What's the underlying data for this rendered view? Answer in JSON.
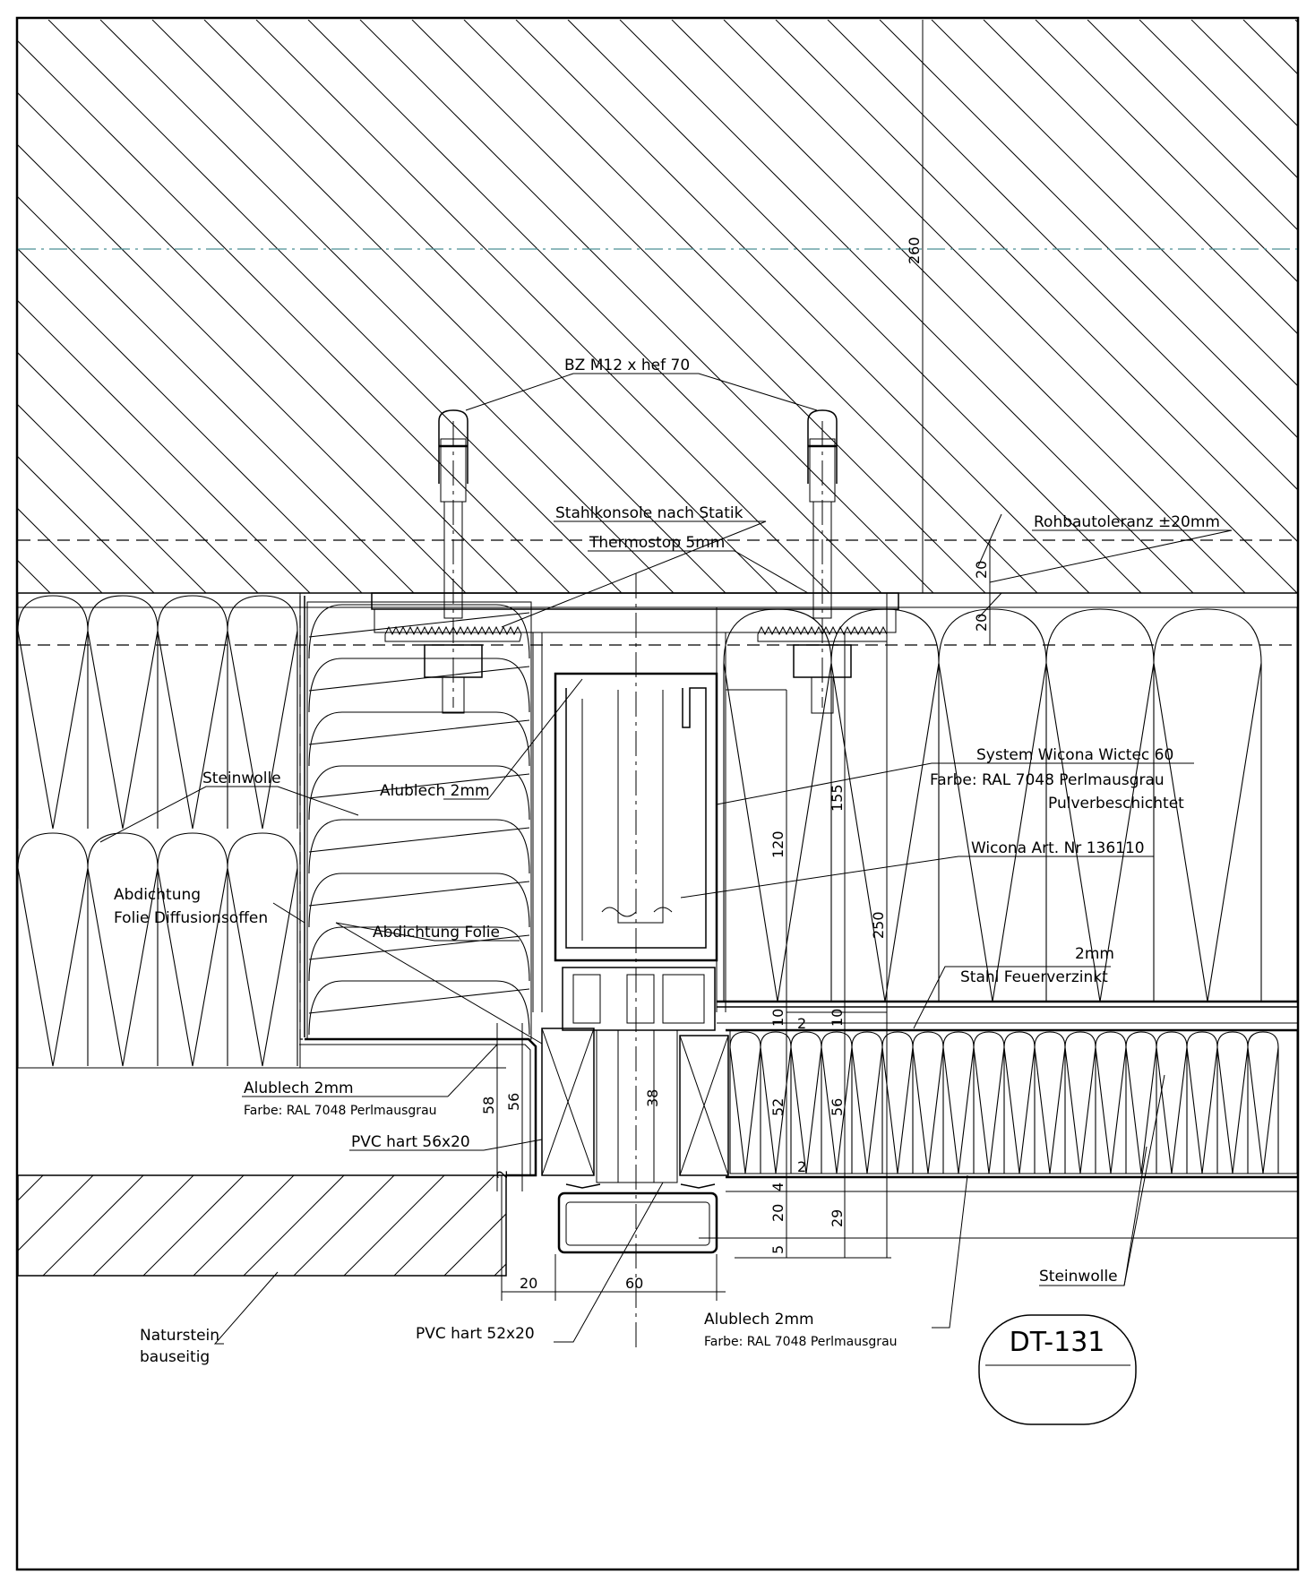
{
  "drawing_id": "DT-131",
  "labels": {
    "anchor": "BZ M12 x hef 70",
    "console": "Stahlkonsole nach Statik",
    "thermostop": "Thermostop 5mm",
    "tolerance": "Rohbautoleranz ±20mm",
    "system_line1": "System Wicona Wictec 60",
    "system_line2": "Farbe: RAL 7048 Perlmausgrau",
    "system_line3": "Pulverbeschichtet",
    "article": "Wicona Art. Nr 136110",
    "steel_line1": "2mm",
    "steel_line2": "Stahl Feuerverzinkt",
    "wool_left": "Steinwolle",
    "alublech_top": "Alublech 2mm",
    "seal_line1": "Abdichtung",
    "seal_line2": "Folie Diffusionsoffen",
    "seal_foil": "Abdichtung Folie",
    "alublech_left_line1": "Alublech 2mm",
    "alublech_left_line2": "Farbe: RAL 7048 Perlmausgrau",
    "pvc_56": "PVC hart 56x20",
    "pvc_52": "PVC hart 52x20",
    "stone_line1": "Naturstein",
    "stone_line2": "bauseitig",
    "alublech_bottom_line1": "Alublech 2mm",
    "alublech_bottom_line2": "Farbe: RAL 7048 Perlmausgrau",
    "wool_right": "Steinwolle"
  },
  "dimensions": {
    "d260": "260",
    "d20a": "20",
    "d20b": "20",
    "d155": "155",
    "d120": "120",
    "d250": "250",
    "d10a": "10",
    "d2a": "2",
    "d10b": "10",
    "d52": "52",
    "d56r": "56",
    "d2b": "2",
    "d4": "4",
    "d20c": "20",
    "d29": "29",
    "d5": "5",
    "d58": "58",
    "d56l": "56",
    "d2l": "2",
    "d38": "38",
    "d20h": "20",
    "d60": "60"
  }
}
